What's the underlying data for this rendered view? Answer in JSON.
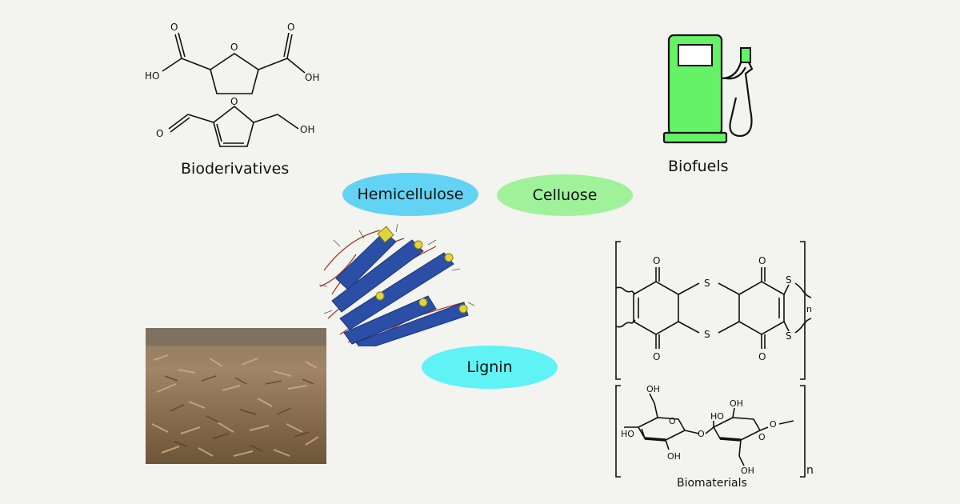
{
  "labels": {
    "bioderivatives": "Bioderivatives",
    "biofuels": "Biofuels",
    "hemicellulose": "Hemicellulose",
    "celluose": "Celluose",
    "lignin": "Lignin",
    "biomaterials": "Biomaterials"
  },
  "chem": {
    "o": "O",
    "oh": "OH",
    "ho": "HO",
    "s": "S",
    "n": "n"
  },
  "colors": {
    "background": "#f3f3ef",
    "hemicellulose_pill": "#62d3f3",
    "celluose_pill": "#9ff29a",
    "lignin_pill": "#5ff3f5",
    "fuel_pump": "#66f266",
    "fiber_blue": "#2b4fa6",
    "fiber_tip": "#e0d53b",
    "fiber_strand": "#a0331f"
  },
  "icons": {
    "pump": "fuel-pump-icon",
    "fibers": "lignocellulose-fiber-illustration",
    "biomass": "wood-chips-photo"
  }
}
